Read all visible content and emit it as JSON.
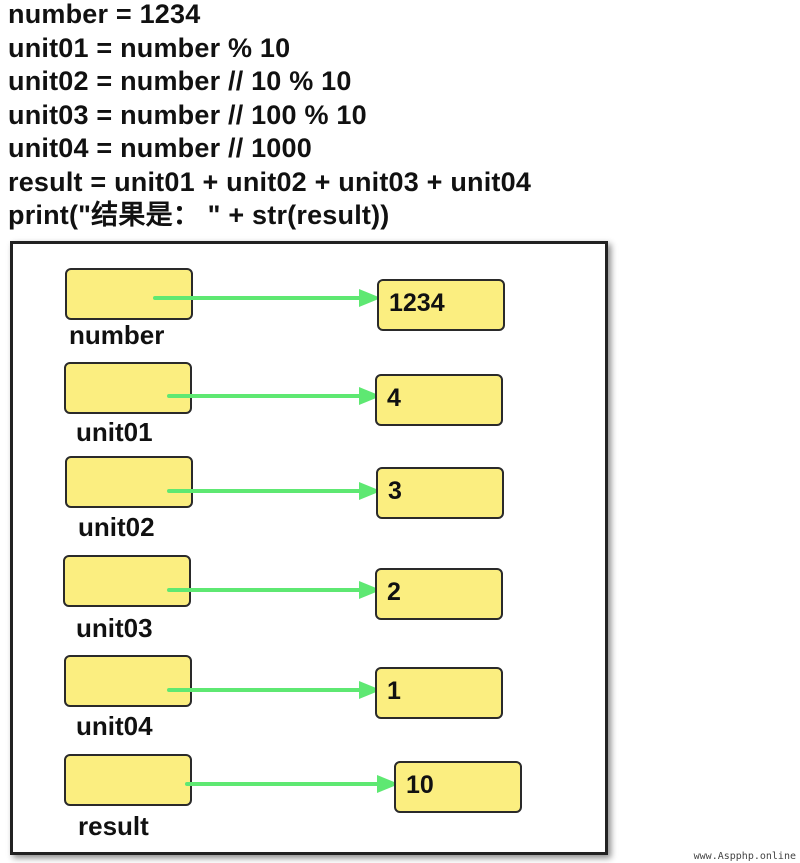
{
  "code": {
    "lines": [
      "number = 1234",
      "unit01 = number % 10",
      "unit02 = number // 10 % 10",
      "unit03 = number // 100 % 10",
      "unit04 = number // 1000",
      "result = unit01 + unit02 + unit03 + unit04",
      "print(\"结果是： \" + str(result))"
    ]
  },
  "variables": [
    {
      "name": "number",
      "value": "1234"
    },
    {
      "name": "unit01",
      "value": "4"
    },
    {
      "name": "unit02",
      "value": "3"
    },
    {
      "name": "unit03",
      "value": "2"
    },
    {
      "name": "unit04",
      "value": "1"
    },
    {
      "name": "result",
      "value": "10"
    }
  ],
  "colors": {
    "box_fill": "#fbee80",
    "arrow": "#5ee872",
    "frame": "#222222"
  },
  "watermark": "www.Aspphp.online"
}
